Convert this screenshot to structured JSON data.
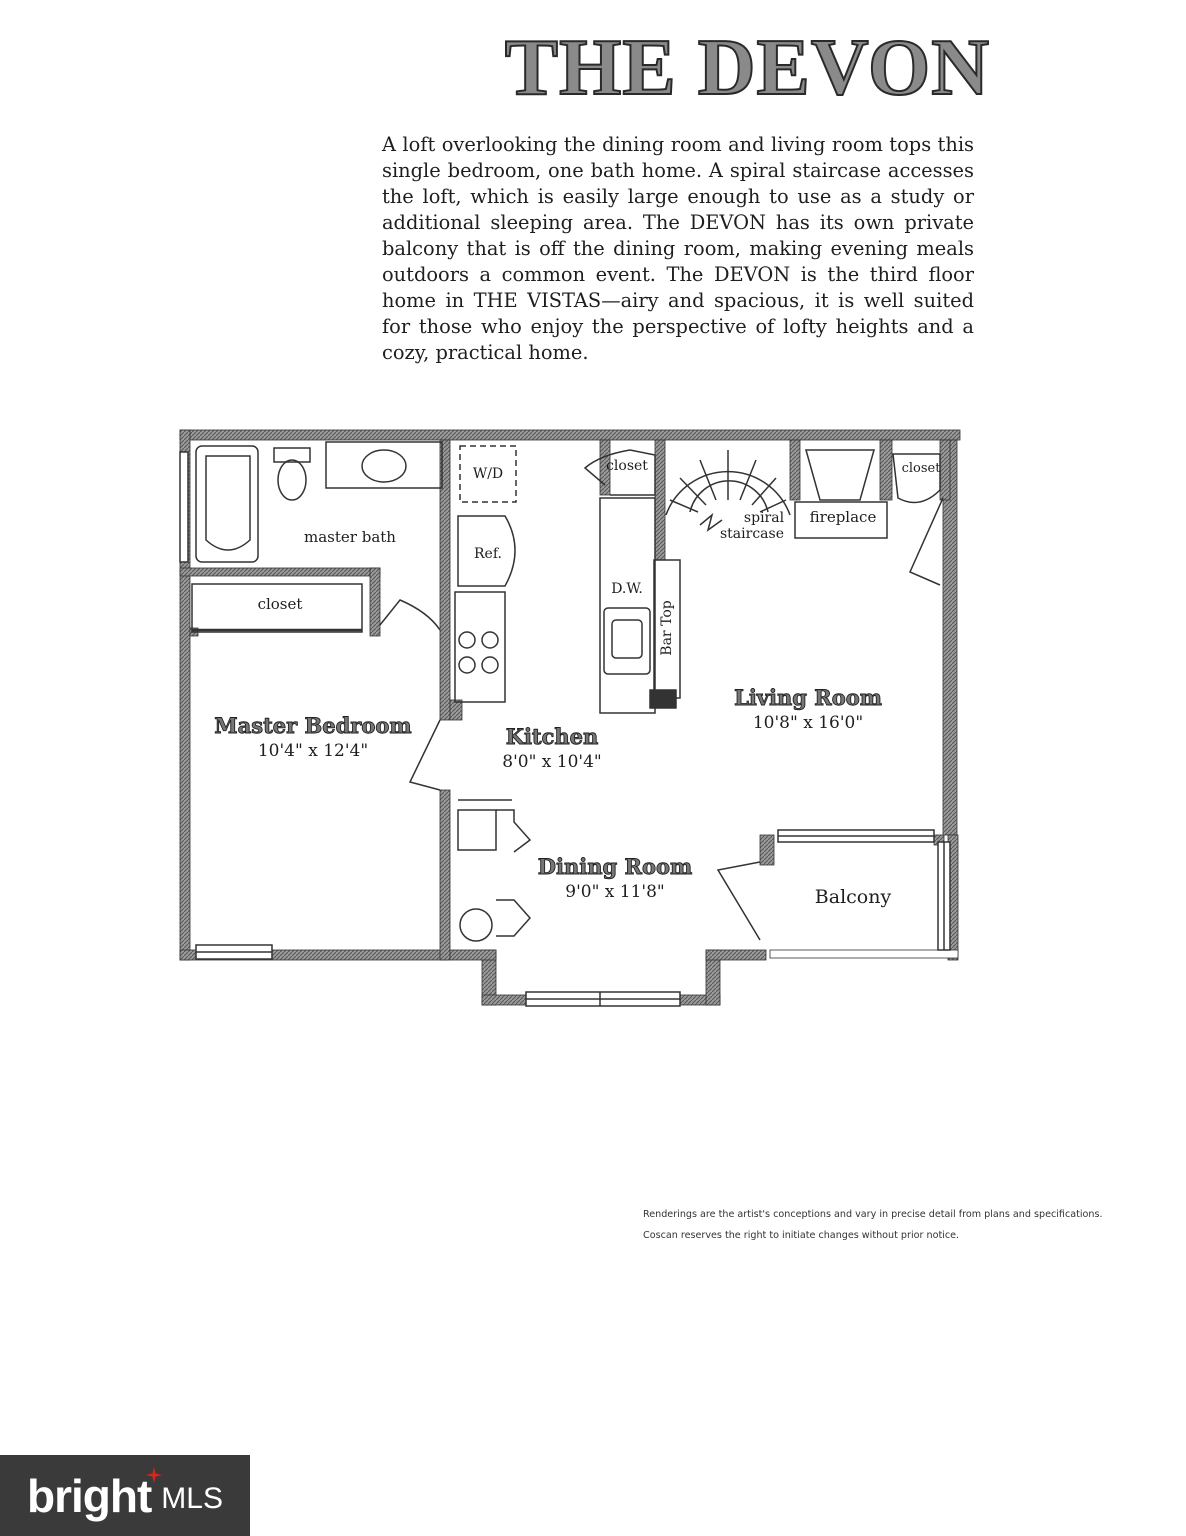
{
  "title": "THE DEVON",
  "description": "A loft overlooking the dining room and living room tops this single bedroom, one bath home. A spiral staircase accesses the loft, which is easily large enough to use as a study or additional sleeping area. The DEVON has its own private balcony that is off the dining room, making evening meals outdoors a common event. The DEVON is the third floor home in THE VISTAS—airy and spacious, it is well suited for those who enjoy the perspective of lofty heights and a cozy, practical home.",
  "rooms": {
    "master_bath": "master bath",
    "bedroom_closet": "closet",
    "master_bedroom": {
      "name": "Master Bedroom",
      "size": "10'4\" x 12'4\""
    },
    "washer_dryer": "W/D",
    "refrigerator": "Ref.",
    "kitchen": {
      "name": "Kitchen",
      "size": "8'0\" x 10'4\""
    },
    "kitchen_closet": "closet",
    "dishwasher": "D.W.",
    "bar_top": "Bar Top",
    "spiral_staircase": [
      "spiral",
      "staircase"
    ],
    "fireplace": "fireplace",
    "living_closet": "closet",
    "living_room": {
      "name": "Living Room",
      "size": "10'8\" x 16'0\""
    },
    "dining_room": {
      "name": "Dining Room",
      "size": "9'0\" x 11'8\""
    },
    "balcony": "Balcony"
  },
  "disclaimer": [
    "Renderings are the artist's conceptions and vary in precise detail from plans and specifications.",
    "Coscan reserves the right to initiate changes without prior notice."
  ],
  "logo": {
    "word": "bright",
    "suffix": "MLS",
    "accent_color": "#e2231a",
    "background": "#3a3a3a"
  }
}
